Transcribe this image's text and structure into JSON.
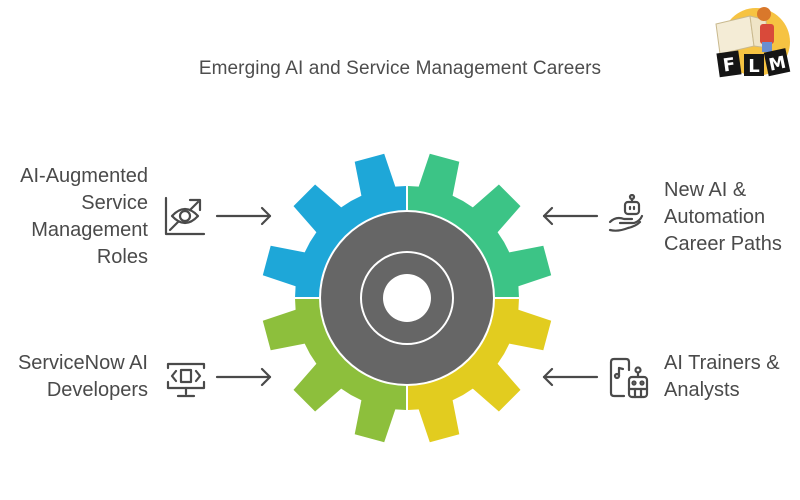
{
  "title": "Emerging AI and Service Management Careers",
  "logo": {
    "text": "FLM",
    "letters": [
      "F",
      "L",
      "M"
    ]
  },
  "colors": {
    "blue": "#1ea7d8",
    "green": "#3cc486",
    "lime": "#8dbf3c",
    "yellow": "#e2cc1f",
    "hub": "#666666",
    "text": "#4a4a4a",
    "icon": "#4a4a4a"
  },
  "segments": [
    {
      "position": "top-left",
      "color": "blue",
      "icon": "eye-analytics-icon",
      "lines": [
        "AI-Augmented",
        "Service",
        "Management",
        "Roles"
      ]
    },
    {
      "position": "top-right",
      "color": "green",
      "icon": "robot-hand-icon",
      "lines": [
        "New AI &",
        "Automation",
        "Career Paths"
      ]
    },
    {
      "position": "bottom-left",
      "color": "lime",
      "icon": "code-monitor-icon",
      "lines": [
        "ServiceNow AI",
        "Developers"
      ]
    },
    {
      "position": "bottom-right",
      "color": "yellow",
      "icon": "music-robot-icon",
      "lines": [
        "AI Trainers &",
        "Analysts"
      ]
    }
  ]
}
